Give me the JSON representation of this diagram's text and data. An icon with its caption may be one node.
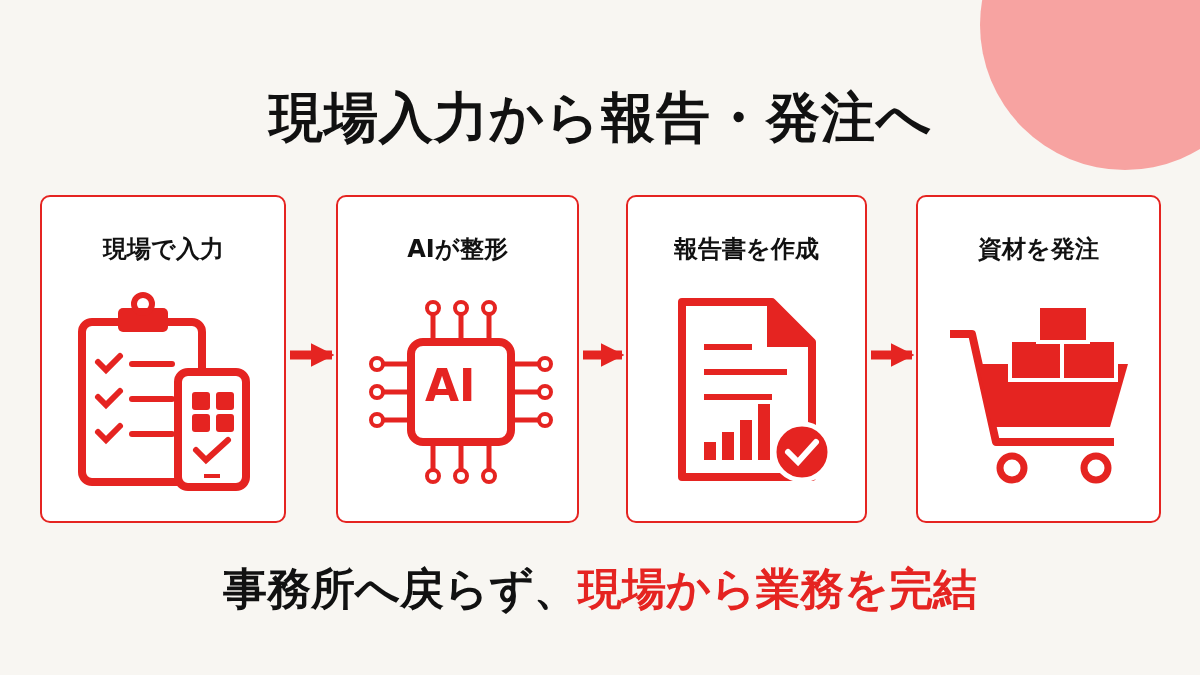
{
  "diagram": {
    "title": "現場入力から報告・発注へ",
    "caption": "事務所へ戻らず、**現場から業務を完結**",
    "nodes": [
      {
        "text": [
          "現場で入力"
        ]
      },
      {
        "text": [
          "AIが整形"
        ]
      },
      {
        "text": [
          "報告書を作成"
        ]
      },
      {
        "text": [
          "資材を発注"
        ]
      }
    ],
    "edges": [
      {
        "from": 0,
        "to": 1,
        "arrow": "to"
      },
      {
        "from": 1,
        "to": 2,
        "arrow": "to"
      },
      {
        "from": 2,
        "to": 3,
        "arrow": "to"
      }
    ],
    "labels": [
      "AI"
    ]
  }
}
